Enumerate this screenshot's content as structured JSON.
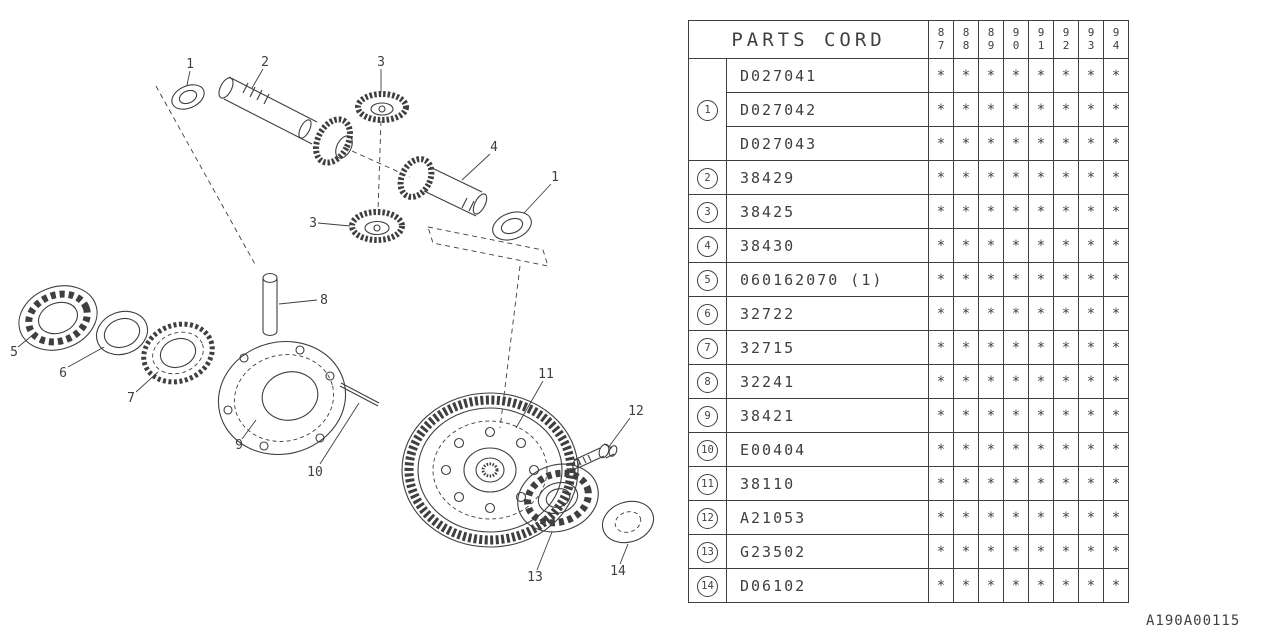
{
  "page": {
    "background": "#ffffff",
    "ink": "#3f3f3f"
  },
  "diagram": {
    "callouts": {
      "c1a": "1",
      "c2": "2",
      "c3a": "3",
      "c3b": "3",
      "c4": "4",
      "c1b": "1",
      "c5": "5",
      "c6": "6",
      "c7": "7",
      "c8": "8",
      "c9": "9",
      "c10": "10",
      "c11": "11",
      "c12": "12",
      "c13": "13",
      "c14": "14"
    }
  },
  "table": {
    "title": "PARTS CORD",
    "year_columns": [
      "87",
      "88",
      "89",
      "90",
      "91",
      "92",
      "93",
      "94"
    ],
    "rows": [
      {
        "ref": "1",
        "ref_span": 3,
        "part": "D027041",
        "marks": [
          "*",
          "*",
          "*",
          "*",
          "*",
          "*",
          "*",
          "*"
        ]
      },
      {
        "part": "D027042",
        "marks": [
          "*",
          "*",
          "*",
          "*",
          "*",
          "*",
          "*",
          "*"
        ]
      },
      {
        "part": "D027043",
        "marks": [
          "*",
          "*",
          "*",
          "*",
          "*",
          "*",
          "*",
          "*"
        ]
      },
      {
        "ref": "2",
        "ref_span": 1,
        "part": "38429",
        "marks": [
          "*",
          "*",
          "*",
          "*",
          "*",
          "*",
          "*",
          "*"
        ]
      },
      {
        "ref": "3",
        "ref_span": 1,
        "part": "38425",
        "marks": [
          "*",
          "*",
          "*",
          "*",
          "*",
          "*",
          "*",
          "*"
        ]
      },
      {
        "ref": "4",
        "ref_span": 1,
        "part": "38430",
        "marks": [
          "*",
          "*",
          "*",
          "*",
          "*",
          "*",
          "*",
          "*"
        ]
      },
      {
        "ref": "5",
        "ref_span": 1,
        "part": "060162070 (1)",
        "marks": [
          "*",
          "*",
          "*",
          "*",
          "*",
          "*",
          "*",
          "*"
        ]
      },
      {
        "ref": "6",
        "ref_span": 1,
        "part": "32722",
        "marks": [
          "*",
          "*",
          "*",
          "*",
          "*",
          "*",
          "*",
          "*"
        ]
      },
      {
        "ref": "7",
        "ref_span": 1,
        "part": "32715",
        "marks": [
          "*",
          "*",
          "*",
          "*",
          "*",
          "*",
          "*",
          "*"
        ]
      },
      {
        "ref": "8",
        "ref_span": 1,
        "part": "32241",
        "marks": [
          "*",
          "*",
          "*",
          "*",
          "*",
          "*",
          "*",
          "*"
        ]
      },
      {
        "ref": "9",
        "ref_span": 1,
        "part": "38421",
        "marks": [
          "*",
          "*",
          "*",
          "*",
          "*",
          "*",
          "*",
          "*"
        ]
      },
      {
        "ref": "10",
        "ref_span": 1,
        "part": "E00404",
        "marks": [
          "*",
          "*",
          "*",
          "*",
          "*",
          "*",
          "*",
          "*"
        ]
      },
      {
        "ref": "11",
        "ref_span": 1,
        "part": "38110",
        "marks": [
          "*",
          "*",
          "*",
          "*",
          "*",
          "*",
          "*",
          "*"
        ]
      },
      {
        "ref": "12",
        "ref_span": 1,
        "part": "A21053",
        "marks": [
          "*",
          "*",
          "*",
          "*",
          "*",
          "*",
          "*",
          "*"
        ]
      },
      {
        "ref": "13",
        "ref_span": 1,
        "part": "G23502",
        "marks": [
          "*",
          "*",
          "*",
          "*",
          "*",
          "*",
          "*",
          "*"
        ]
      },
      {
        "ref": "14",
        "ref_span": 1,
        "part": "D06102",
        "marks": [
          "*",
          "*",
          "*",
          "*",
          "*",
          "*",
          "*",
          "*"
        ]
      }
    ]
  },
  "footer": {
    "code": "A190A00115"
  }
}
